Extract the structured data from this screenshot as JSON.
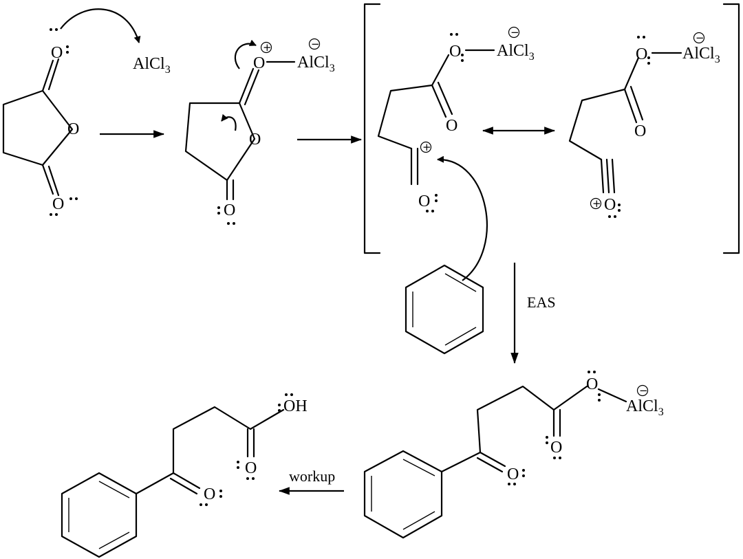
{
  "reagent": {
    "al": "AlCl",
    "sub": "3"
  },
  "atoms": {
    "oxygen": "O",
    "hydroxyl": "OH"
  },
  "charges": {
    "plus": "+",
    "minus": "−"
  },
  "labels": {
    "eas": "EAS",
    "workup": "workup"
  }
}
